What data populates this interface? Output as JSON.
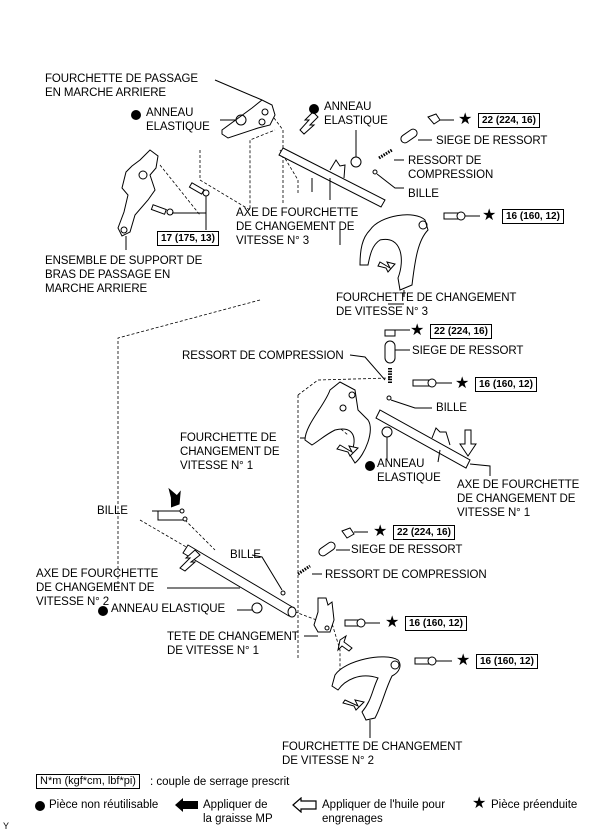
{
  "labels": {
    "reverse_fork": "FOURCHETTE DE PASSAGE\nEN MARCHE ARRIERE",
    "snap_ring_1": "ANNEAU\nELASTIQUE",
    "snap_ring_2": "ANNEAU\nELASTIQUE",
    "spring_seat_1": "SIEGE DE RESSORT",
    "comp_spring_1": "RESSORT DE\nCOMPRESSION",
    "ball_1": "BILLE",
    "shaft_3": "AXE DE FOURCHETTE\nDE CHANGEMENT DE\nVITESSE N° 3",
    "reverse_arm_support": "ENSEMBLE DE SUPPORT DE\nBRAS DE PASSAGE EN\nMARCHE ARRIERE",
    "fork_3": "FOURCHETTE DE CHANGEMENT\nDE VITESSE N° 3",
    "spring_seat_2": "SIEGE DE RESSORT",
    "comp_spring_2": "RESSORT DE COMPRESSION",
    "ball_2": "BILLE",
    "fork_1": "FOURCHETTE DE\nCHANGEMENT DE\nVITESSE N° 1",
    "snap_ring_3": "ANNEAU\nELASTIQUE",
    "shaft_1": "AXE DE FOURCHETTE\nDE CHANGEMENT DE\nVITESSE N° 1",
    "ball_3": "BILLE",
    "ball_4": "BILLE",
    "shaft_2": "AXE DE FOURCHETTE\nDE CHANGEMENT DE\nVITESSE N° 2",
    "snap_ring_4": "ANNEAU ELASTIQUE",
    "spring_seat_3": "SIEGE DE RESSORT",
    "comp_spring_3": "RESSORT DE COMPRESSION",
    "shift_head_1": "TETE DE CHANGEMENT\nDE VITESSE N° 1",
    "fork_2": "FOURCHETTE DE CHANGEMENT\nDE VITESSE N° 2"
  },
  "torques": {
    "plug_1": "22 (224, 16)",
    "bolt_fork3": "16 (160, 12)",
    "support_bolts": "17 (175, 13)",
    "plug_2": "22 (224, 16)",
    "bolt_fork1": "16 (160, 12)",
    "plug_3": "22 (224, 16)",
    "bolt_head1": "16 (160, 12)",
    "bolt_fork2": "16 (160, 12)"
  },
  "legend": {
    "torque_unit": "N*m (kgf*cm, lbf*pi)",
    "torque_desc": ": couple de serrage prescrit",
    "non_reusable": "Pièce non réutilisable",
    "mp_grease": "Appliquer de\nla graisse MP",
    "gear_oil": "Appliquer de l'huile pour\nengrenages",
    "precoated": "Pièce préenduite"
  },
  "corner_mark": "Y"
}
